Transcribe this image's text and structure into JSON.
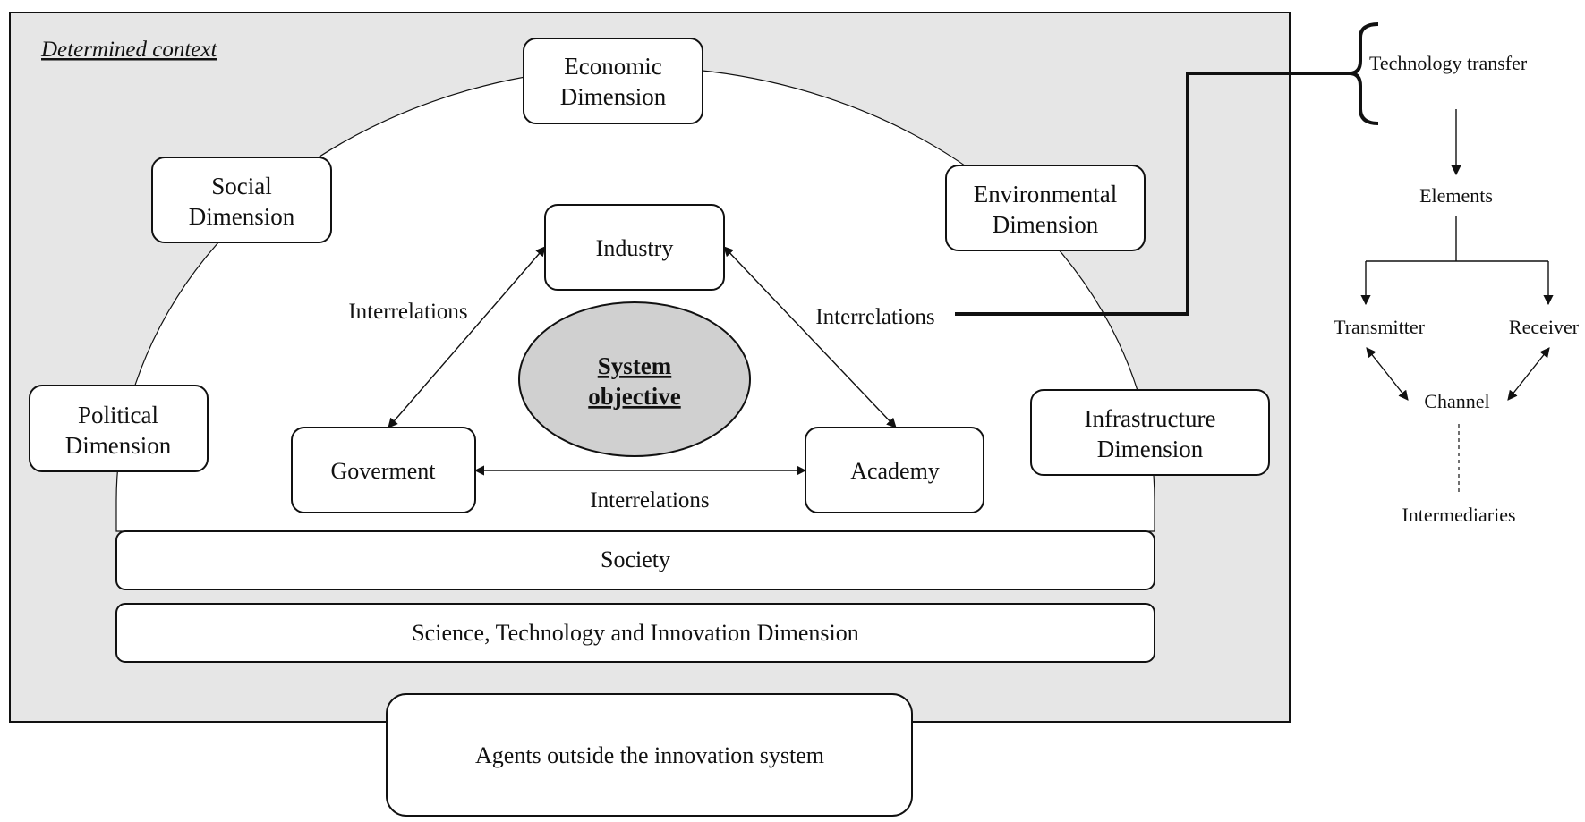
{
  "context": {
    "title": "Determined context"
  },
  "dimensions": {
    "economic": [
      "Economic",
      "Dimension"
    ],
    "social": [
      "Social",
      "Dimension"
    ],
    "environmental": [
      "Environmental",
      "Dimension"
    ],
    "political": [
      "Political",
      "Dimension"
    ],
    "infrastructure": [
      "Infrastructure",
      "Dimension"
    ]
  },
  "actors": {
    "industry": "Industry",
    "government": "Goverment",
    "academy": "Academy"
  },
  "center": {
    "objective": [
      "System",
      "objective"
    ]
  },
  "interrelations": {
    "left": "Interrelations",
    "right": "Interrelations",
    "bottom": "Interrelations"
  },
  "bands": {
    "society": "Society",
    "sti": "Science, Technology and Innovation Dimension"
  },
  "outside": {
    "agents": "Agents outside the innovation system"
  },
  "technology_transfer": {
    "title": "Technology transfer",
    "elements": "Elements",
    "transmitter": "Transmitter",
    "receiver": "Receiver",
    "channel": "Channel",
    "intermediaries": "Intermediaries"
  },
  "colors": {
    "context_background": "#e6e6e6",
    "objective_fill": "#d0d0d0",
    "stroke": "#111111"
  }
}
